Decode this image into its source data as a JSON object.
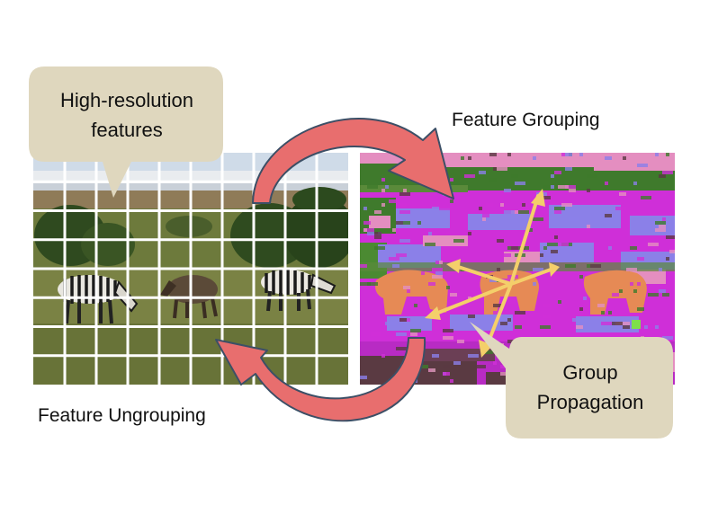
{
  "labels": {
    "feature_grouping": "Feature Grouping",
    "feature_ungrouping": "Feature Ungrouping"
  },
  "bubbles": {
    "high_res": [
      "High-resolution",
      "features"
    ],
    "group_prop": [
      "Group",
      "Propagation"
    ]
  },
  "colors": {
    "bubble_fill": "#dfd7be",
    "arrow_fill": "#e86e6e",
    "arrow_stroke": "#3c4f66",
    "propagation_arrow": "#f4cf6a",
    "grid_line": "#ffffff",
    "seg_magenta": "#cf2fd8",
    "seg_green": "#3f7a2c",
    "seg_purple_blue": "#8b80e8",
    "seg_orange": "#e68a55",
    "seg_pink": "#e48ec0",
    "seg_dark": "#5a3a42"
  },
  "icons": [
    "zebra-figure",
    "wildebeest-figure",
    "animal-segment-blob"
  ]
}
